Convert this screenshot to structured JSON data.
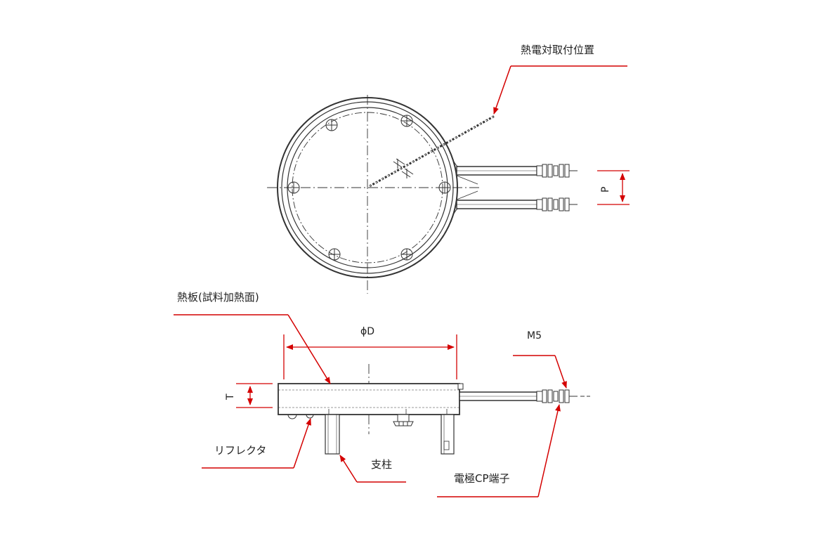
{
  "labels": {
    "thermocouple_position": "熱電対取付位置",
    "dim_p": "P",
    "hot_plate": "熱板(試料加熱面)",
    "dim_phi_d": "ϕD",
    "dim_m5": "M5",
    "dim_t": "T",
    "reflector": "リフレクタ",
    "pillar": "支柱",
    "electrode_terminal": "電極CP端子"
  },
  "colors": {
    "line": "#333333",
    "leader": "#d40000",
    "background": "#ffffff"
  }
}
